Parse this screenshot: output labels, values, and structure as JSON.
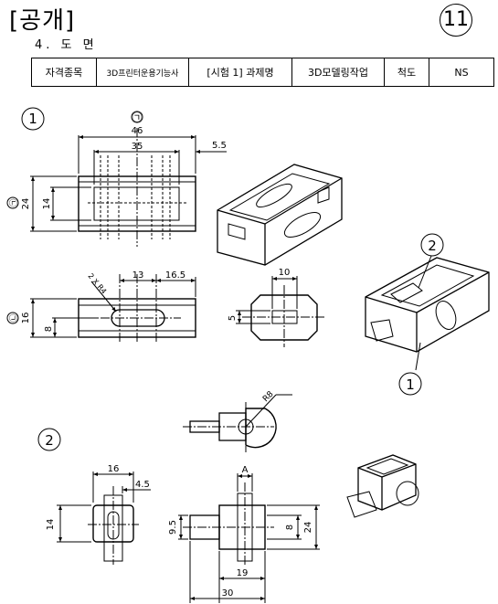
{
  "header": {
    "title": "[공개]",
    "subtitle": "4. 도 면",
    "page_number": "11"
  },
  "info_table": {
    "cells": [
      "자격종목",
      "3D프린터운용기능사",
      "[시험 1] 과제명",
      "3D모델링작업",
      "척도",
      "NS"
    ]
  },
  "part1": {
    "marker": "1",
    "front_view": {
      "view_marker": "㉠",
      "dim_overall_width": "46",
      "dim_inner_width": "35",
      "dim_offset": "5.5",
      "dim_height": "24",
      "dim_inner_height": "14",
      "side_marker": "㉠"
    },
    "top_view": {
      "side_marker": "㉡",
      "dim_slot_pos": "13",
      "dim_slot_span": "16.5",
      "dim_slot_radius": "2 X R4",
      "dim_height": "16",
      "dim_slot_height": "8"
    },
    "side_view": {
      "dim_width": "10",
      "dim_height": "5"
    },
    "iso_labels": [
      "2",
      "1"
    ]
  },
  "part2": {
    "marker": "2",
    "detail": {
      "dim_radius": "R8"
    },
    "left_view": {
      "dim_width": "16",
      "dim_offset": "4.5",
      "dim_height": "14"
    },
    "front_view": {
      "dim_a": "A",
      "dim_left_h": "9.5",
      "dim_right_h1": "8",
      "dim_right_h2": "24",
      "dim_width1": "19",
      "dim_width2": "30"
    }
  }
}
